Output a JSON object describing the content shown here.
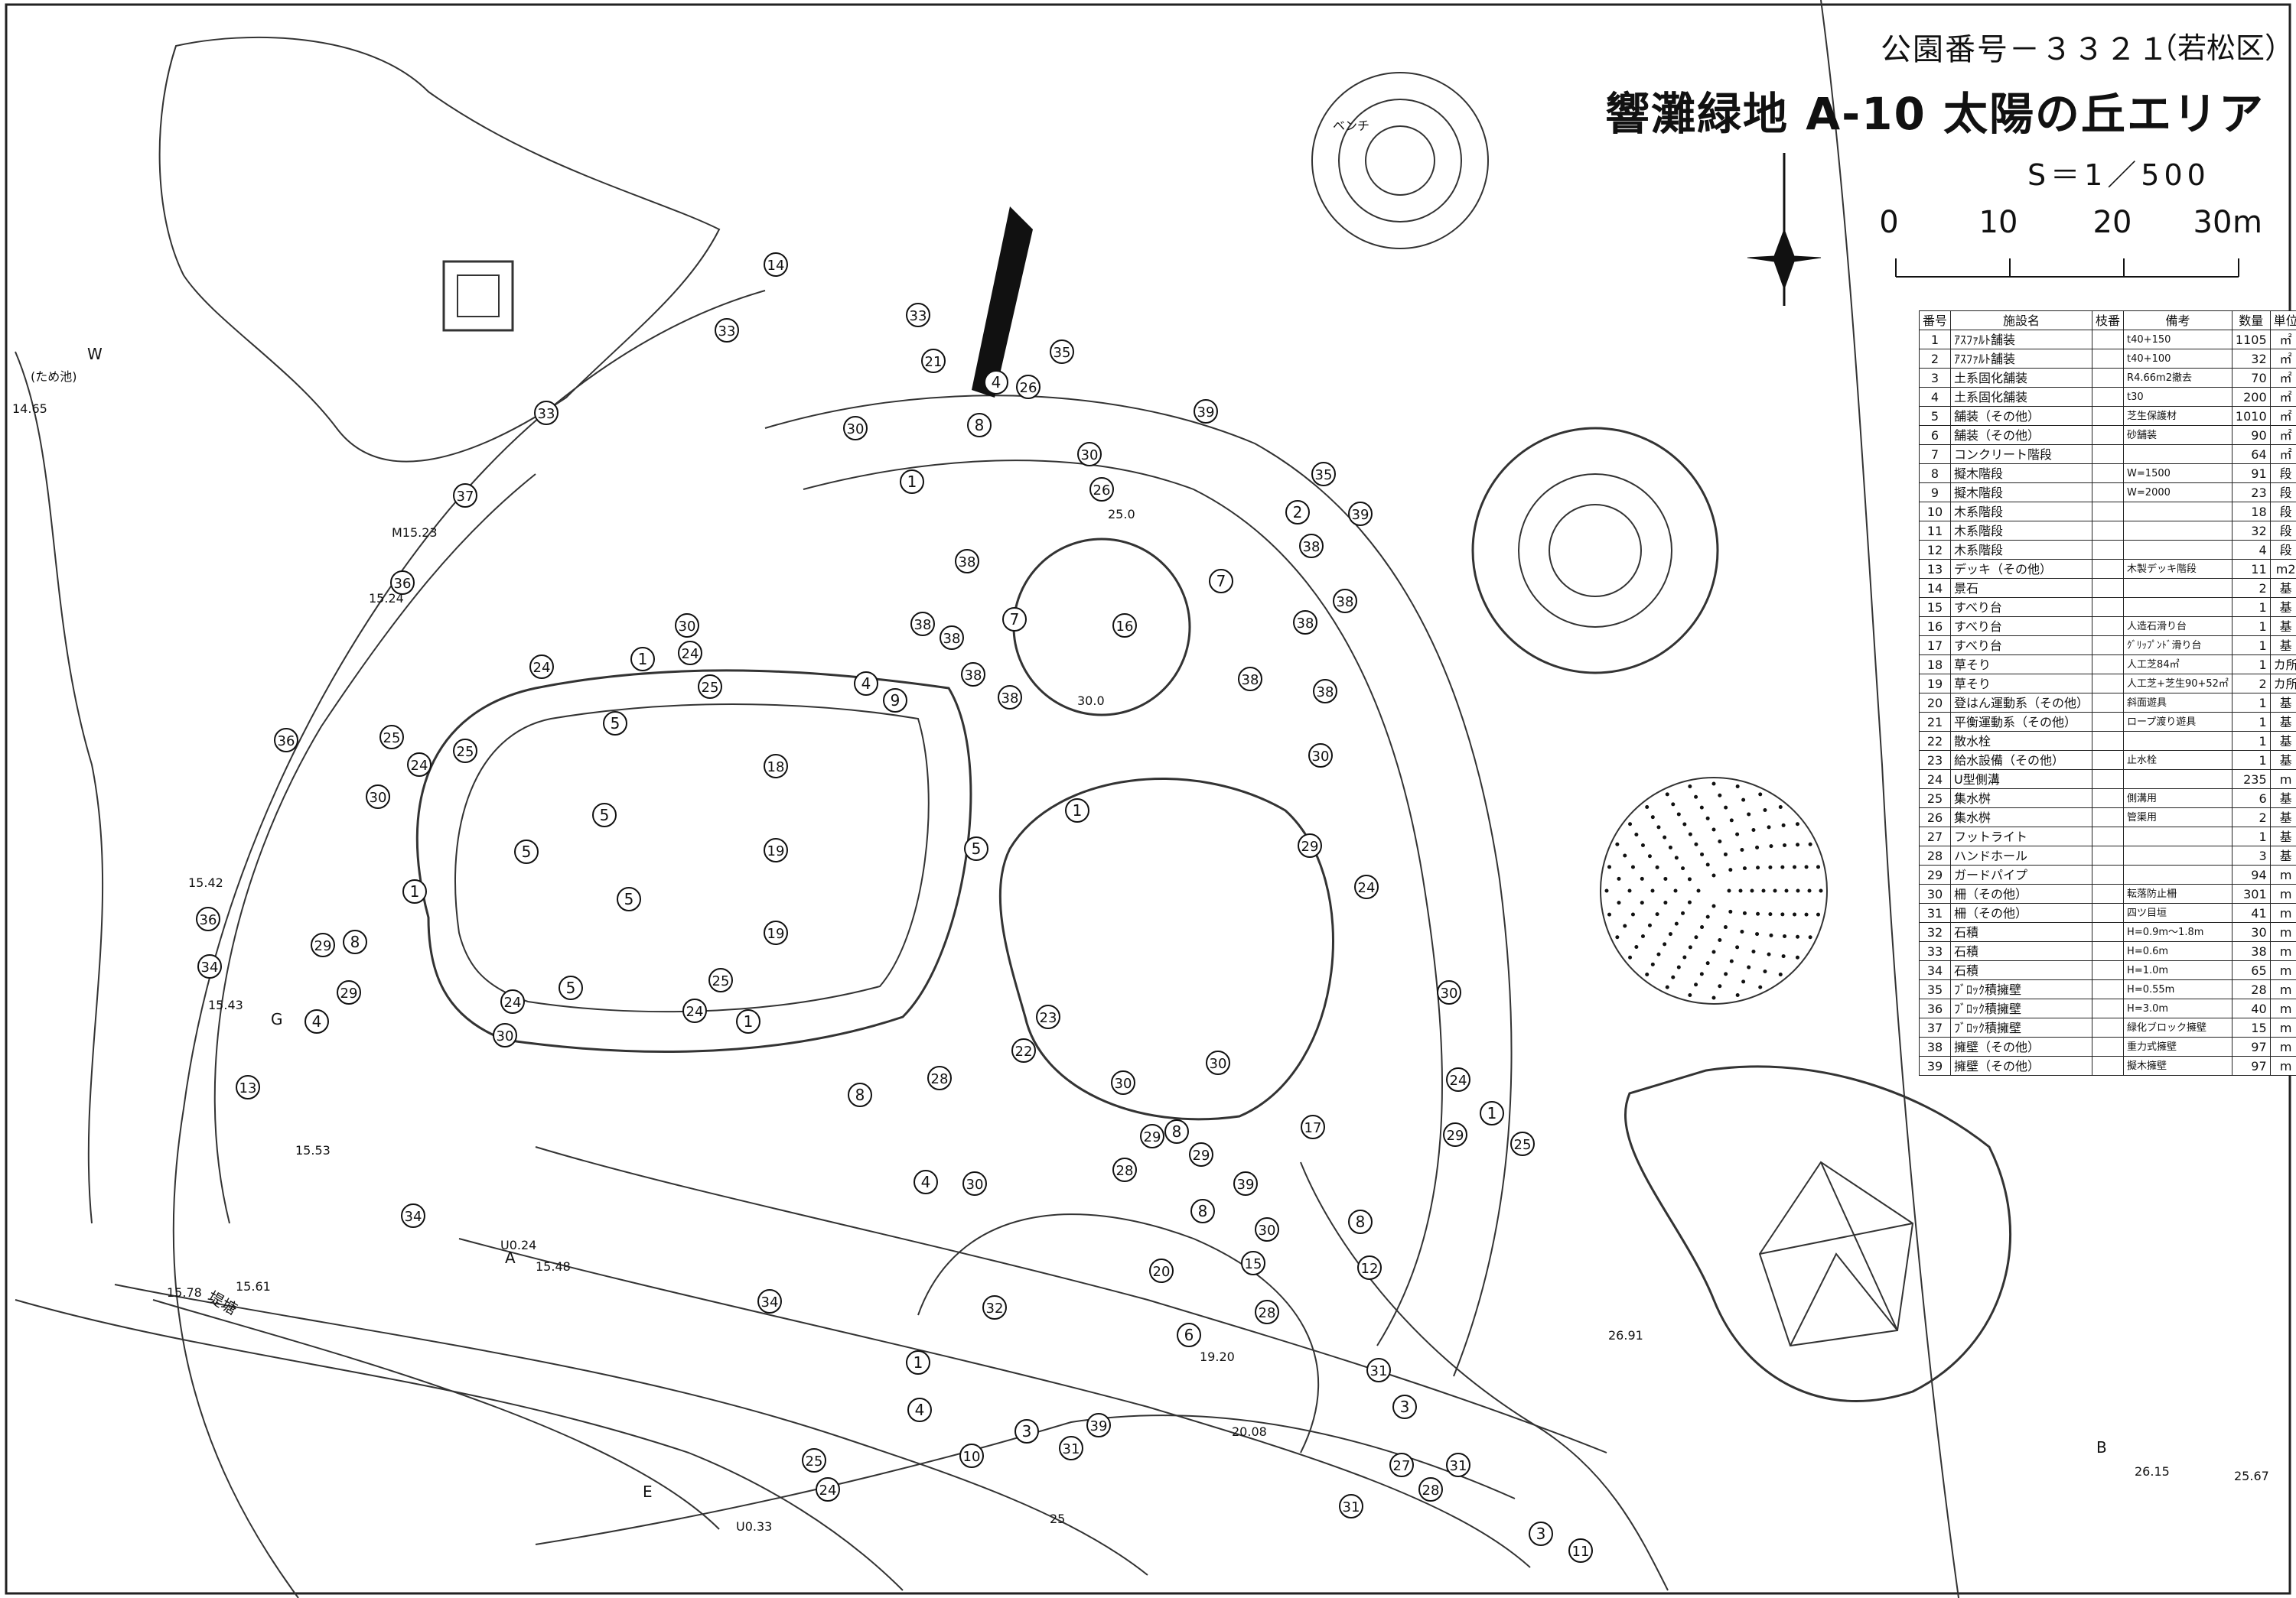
{
  "header": {
    "park_number": "公園番号－３３２１",
    "ward": "（若松区）",
    "title": "響灘緑地 A-10 太陽の丘エリア",
    "scale": "S＝1／500",
    "scalebar": {
      "labels": [
        "0",
        "10",
        "20",
        "30"
      ],
      "unit": "m"
    }
  },
  "legend": {
    "headers": [
      "番号",
      "施設名",
      "枝番",
      "備考",
      "数量",
      "単位"
    ],
    "rows": [
      {
        "no": "1",
        "name": "ｱｽﾌｧﾙﾄ舗装",
        "branch": "",
        "note": "t40+150",
        "qty": "1105",
        "unit": "㎡"
      },
      {
        "no": "2",
        "name": "ｱｽﾌｧﾙﾄ舗装",
        "branch": "",
        "note": "t40+100",
        "qty": "32",
        "unit": "㎡"
      },
      {
        "no": "3",
        "name": "土系固化舗装",
        "branch": "",
        "note": "R4.66m2撤去",
        "qty": "70",
        "unit": "㎡"
      },
      {
        "no": "4",
        "name": "土系固化舗装",
        "branch": "",
        "note": "t30",
        "qty": "200",
        "unit": "㎡"
      },
      {
        "no": "5",
        "name": "舗装（その他）",
        "branch": "",
        "note": "芝生保護材",
        "qty": "1010",
        "unit": "㎡"
      },
      {
        "no": "6",
        "name": "舗装（その他）",
        "branch": "",
        "note": "砂舗装",
        "qty": "90",
        "unit": "㎡"
      },
      {
        "no": "7",
        "name": "コンクリート階段",
        "branch": "",
        "note": "",
        "qty": "64",
        "unit": "㎡"
      },
      {
        "no": "8",
        "name": "擬木階段",
        "branch": "",
        "note": "W=1500",
        "qty": "91",
        "unit": "段"
      },
      {
        "no": "9",
        "name": "擬木階段",
        "branch": "",
        "note": "W=2000",
        "qty": "23",
        "unit": "段"
      },
      {
        "no": "10",
        "name": "木系階段",
        "branch": "",
        "note": "",
        "qty": "18",
        "unit": "段"
      },
      {
        "no": "11",
        "name": "木系階段",
        "branch": "",
        "note": "",
        "qty": "32",
        "unit": "段"
      },
      {
        "no": "12",
        "name": "木系階段",
        "branch": "",
        "note": "",
        "qty": "4",
        "unit": "段"
      },
      {
        "no": "13",
        "name": "デッキ（その他）",
        "branch": "",
        "note": "木製デッキ階段",
        "qty": "11",
        "unit": "m2"
      },
      {
        "no": "14",
        "name": "景石",
        "branch": "",
        "note": "",
        "qty": "2",
        "unit": "基"
      },
      {
        "no": "15",
        "name": "すべり台",
        "branch": "",
        "note": "",
        "qty": "1",
        "unit": "基"
      },
      {
        "no": "16",
        "name": "すべり台",
        "branch": "",
        "note": "人造石滑り台",
        "qty": "1",
        "unit": "基"
      },
      {
        "no": "17",
        "name": "すべり台",
        "branch": "",
        "note": "ｸﾞﾘｯﾌﾟﾝﾄﾞ滑り台",
        "qty": "1",
        "unit": "基"
      },
      {
        "no": "18",
        "name": "草そり",
        "branch": "",
        "note": "人工芝84㎡",
        "qty": "1",
        "unit": "カ所"
      },
      {
        "no": "19",
        "name": "草そり",
        "branch": "",
        "note": "人工芝+芝生90+52㎡",
        "qty": "2",
        "unit": "カ所"
      },
      {
        "no": "20",
        "name": "登はん運動系（その他）",
        "branch": "",
        "note": "斜面遊具",
        "qty": "1",
        "unit": "基"
      },
      {
        "no": "21",
        "name": "平衡運動系（その他）",
        "branch": "",
        "note": "ロープ渡り遊具",
        "qty": "1",
        "unit": "基"
      },
      {
        "no": "22",
        "name": "散水栓",
        "branch": "",
        "note": "",
        "qty": "1",
        "unit": "基"
      },
      {
        "no": "23",
        "name": "給水設備（その他）",
        "branch": "",
        "note": "止水栓",
        "qty": "1",
        "unit": "基"
      },
      {
        "no": "24",
        "name": "U型側溝",
        "branch": "",
        "note": "",
        "qty": "235",
        "unit": "m"
      },
      {
        "no": "25",
        "name": "集水桝",
        "branch": "",
        "note": "側溝用",
        "qty": "6",
        "unit": "基"
      },
      {
        "no": "26",
        "name": "集水桝",
        "branch": "",
        "note": "管渠用",
        "qty": "2",
        "unit": "基"
      },
      {
        "no": "27",
        "name": "フットライト",
        "branch": "",
        "note": "",
        "qty": "1",
        "unit": "基"
      },
      {
        "no": "28",
        "name": "ハンドホール",
        "branch": "",
        "note": "",
        "qty": "3",
        "unit": "基"
      },
      {
        "no": "29",
        "name": "ガードパイプ",
        "branch": "",
        "note": "",
        "qty": "94",
        "unit": "m"
      },
      {
        "no": "30",
        "name": "柵（その他）",
        "branch": "",
        "note": "転落防止柵",
        "qty": "301",
        "unit": "m"
      },
      {
        "no": "31",
        "name": "柵（その他）",
        "branch": "",
        "note": "四ツ目垣",
        "qty": "41",
        "unit": "m"
      },
      {
        "no": "32",
        "name": "石積",
        "branch": "",
        "note": "H=0.9m〜1.8m",
        "qty": "30",
        "unit": "m"
      },
      {
        "no": "33",
        "name": "石積",
        "branch": "",
        "note": "H=0.6m",
        "qty": "38",
        "unit": "m"
      },
      {
        "no": "34",
        "name": "石積",
        "branch": "",
        "note": "H=1.0m",
        "qty": "65",
        "unit": "m"
      },
      {
        "no": "35",
        "name": "ﾌﾞﾛｯｸ積擁壁",
        "branch": "",
        "note": "H=0.55m",
        "qty": "28",
        "unit": "m"
      },
      {
        "no": "36",
        "name": "ﾌﾞﾛｯｸ積擁壁",
        "branch": "",
        "note": "H=3.0m",
        "qty": "40",
        "unit": "m"
      },
      {
        "no": "37",
        "name": "ﾌﾞﾛｯｸ積擁壁",
        "branch": "",
        "note": "緑化ブロック擁壁",
        "qty": "15",
        "unit": "m"
      },
      {
        "no": "38",
        "name": "擁壁（その他）",
        "branch": "",
        "note": "重力式擁壁",
        "qty": "97",
        "unit": "m"
      },
      {
        "no": "39",
        "name": "擁壁（その他）",
        "branch": "",
        "note": "擬木擁壁",
        "qty": "97",
        "unit": "m"
      }
    ]
  },
  "map_labels": {
    "pond": "(ため池)",
    "bench": "ベンチ",
    "bank": "堤塘",
    "elevations": [
      "14.65",
      "15.24",
      "15.42",
      "15.43",
      "15.53",
      "15.48",
      "15.78",
      "15.61",
      "M15.23",
      "25.0",
      "30.0",
      "19.20",
      "20.08",
      "26.91",
      "26.15",
      "25.67",
      "25"
    ],
    "letters": [
      "A",
      "B",
      "G",
      "E",
      "W"
    ],
    "gutters": [
      "U0.24",
      "U0.33"
    ]
  },
  "markers": [
    "1",
    "2",
    "3",
    "4",
    "5",
    "6",
    "7",
    "8",
    "9",
    "10",
    "11",
    "12",
    "13",
    "14",
    "15",
    "16",
    "17",
    "18",
    "19",
    "20",
    "21",
    "22",
    "23",
    "24",
    "25",
    "26",
    "27",
    "28",
    "29",
    "30",
    "31",
    "32",
    "33",
    "34",
    "35",
    "36",
    "37",
    "38",
    "39"
  ],
  "colors": {
    "line": "#222222",
    "background": "#ffffff",
    "deck": "#111111"
  }
}
